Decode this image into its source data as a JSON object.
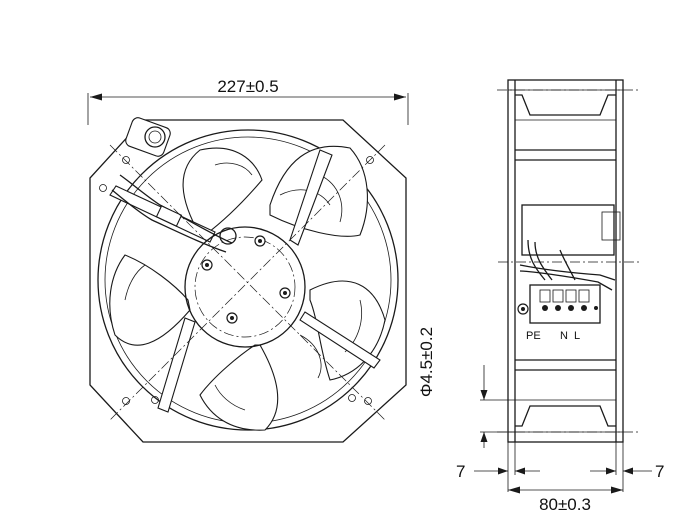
{
  "dimensions": {
    "overall_width": "227±0.5",
    "hole_diameter": "Φ4.5±0.2",
    "side_depth": "80±0.3",
    "left_offset": "7",
    "right_offset": "7"
  },
  "terminal_labels": {
    "pe": "PE",
    "n": "N",
    "l": "L"
  }
}
